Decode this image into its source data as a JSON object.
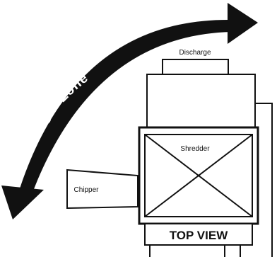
{
  "labels": {
    "danger_zone": "Danger Zone",
    "discharge": "Discharge",
    "shredder": "Shredder",
    "chipper": "Chipper",
    "top_view": "TOP VIEW"
  },
  "colors": {
    "ink": "#111111",
    "paper": "#ffffff"
  }
}
